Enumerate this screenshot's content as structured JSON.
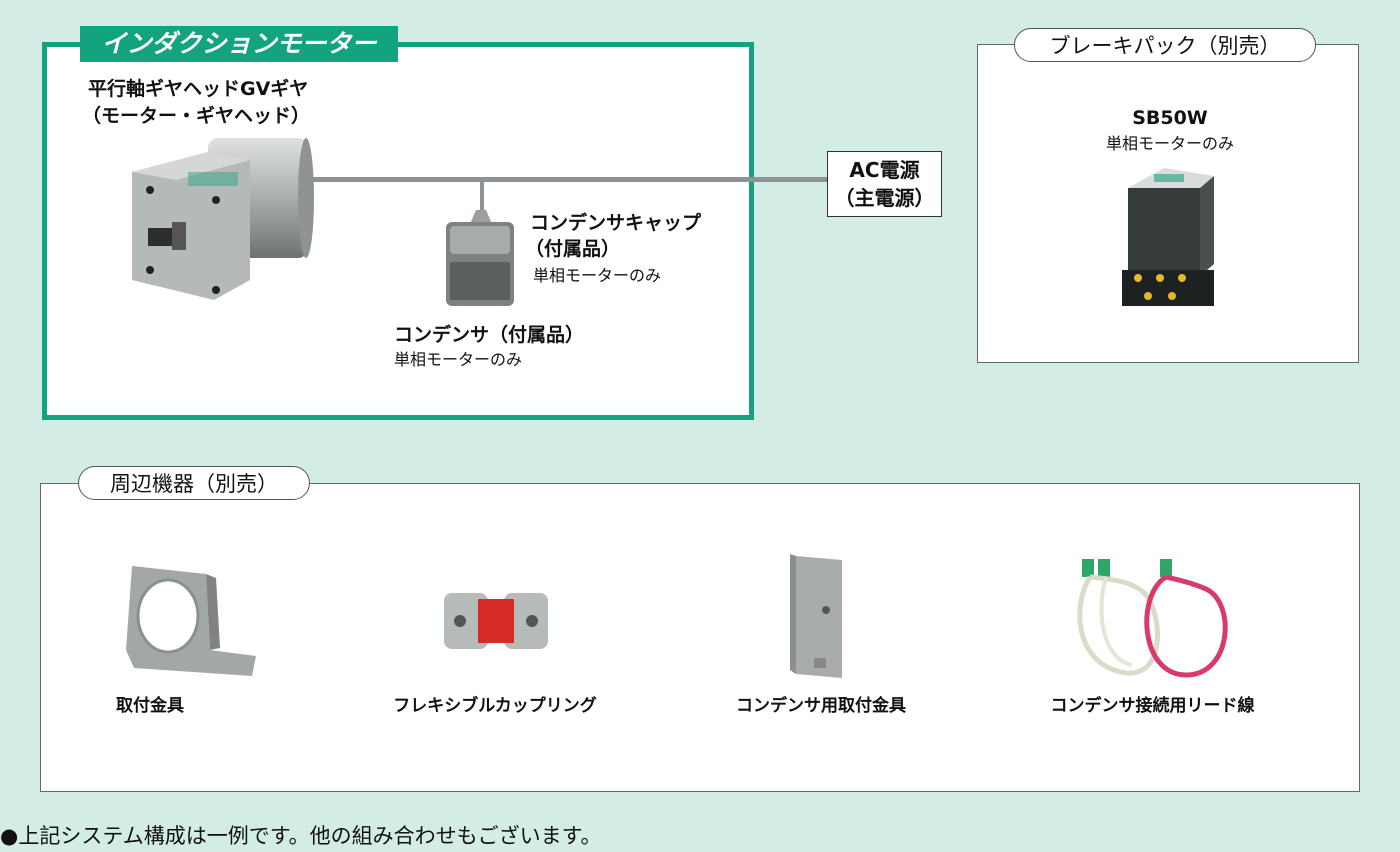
{
  "induction_motor": {
    "title": "インダクションモーター",
    "gearhead_line1": "平行軸ギヤヘッドGVギヤ",
    "gearhead_line2": "（モーター・ギヤヘッド）",
    "cap_line1": "コンデンサキャップ",
    "cap_line2": "（付属品）",
    "cap_note": "単相モーターのみ",
    "capacitor_line1": "コンデンサ（付属品）",
    "capacitor_note": "単相モーターのみ"
  },
  "power": {
    "line1": "AC電源",
    "line2": "（主電源）"
  },
  "brake_pack": {
    "title": "ブレーキパック（別売）",
    "model": "SB50W",
    "note": "単相モーターのみ"
  },
  "peripherals": {
    "title": "周辺機器（別売）",
    "items": [
      {
        "label": "取付金具"
      },
      {
        "label": "フレキシブルカップリング"
      },
      {
        "label": "コンデンサ用取付金具"
      },
      {
        "label": "コンデンサ接続用リード線"
      }
    ]
  },
  "footer_note": "●上記システム構成は一例です。他の組み合わせもございます。",
  "colors": {
    "background": "#d3ede6",
    "accent_green": "#13a47f",
    "coupling_red": "#d62a25"
  }
}
